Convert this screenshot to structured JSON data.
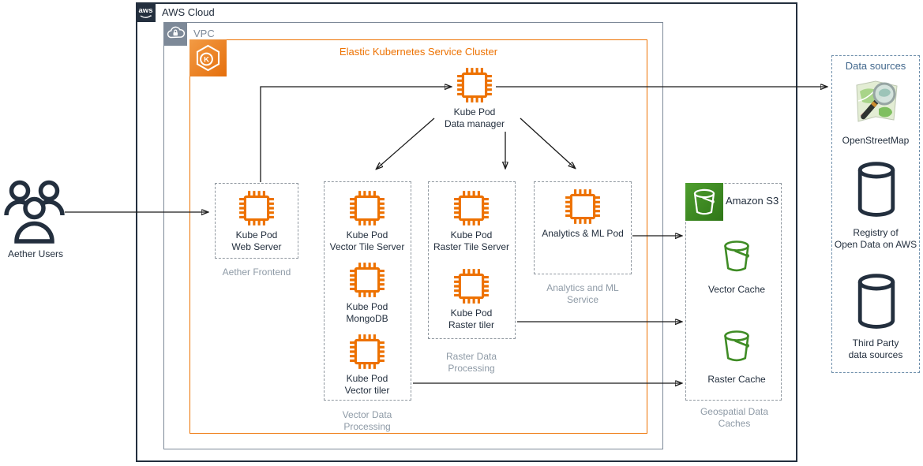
{
  "containers": {
    "aws_cloud": "AWS Cloud",
    "vpc": "VPC",
    "eks_title": "Elastic Kubernetes Service Cluster"
  },
  "users_label": "Aether Users",
  "nodes": {
    "data_manager": "Kube Pod\nData manager",
    "web_server": "Kube Pod\nWeb Server",
    "vector_tile_server": "Kube Pod\nVector Tile Server",
    "mongodb": "Kube Pod\nMongoDB",
    "vector_tiler": "Kube Pod\nVector tiler",
    "raster_tile_server": "Kube Pod\nRaster Tile Server",
    "raster_tiler": "Kube Pod\nRaster tiler",
    "analytics_pod": "Analytics & ML Pod"
  },
  "captions": {
    "aether_frontend": "Aether Frontend",
    "vector_processing": "Vector Data\nProcessing",
    "raster_processing": "Raster Data\nProcessing",
    "analytics_service": "Analytics and ML\nService",
    "geospatial_caches": "Geospatial Data\nCaches"
  },
  "s3": {
    "label": "Amazon S3",
    "vector_cache": "Vector Cache",
    "raster_cache": "Raster Cache"
  },
  "data_sources": {
    "title": "Data sources",
    "openstreetmap": "OpenStreetMap",
    "registry": "Registry of\nOpen Data on AWS",
    "third_party": "Third Party\ndata sources"
  },
  "icons": {
    "aws_cloud": "aws-logo-icon",
    "vpc": "cloud-lock-icon",
    "eks": "kubernetes-hexagon-icon",
    "pod": "chip-icon",
    "users": "users-icon",
    "s3": "s3-bucket-icon",
    "cache_bucket": "bucket-icon",
    "openstreetmap": "openstreetmap-magnifier-icon",
    "database": "database-cylinder-icon"
  },
  "colors": {
    "aws_navy": "#232F3E",
    "eks_orange": "#ED7100",
    "vpc_gray": "#7D8998",
    "s3_green": "#3F8C25",
    "caption_gray": "#8E9AA6",
    "data_sources_blue": "#41678C",
    "arrow_black": "#1A1A1A"
  }
}
